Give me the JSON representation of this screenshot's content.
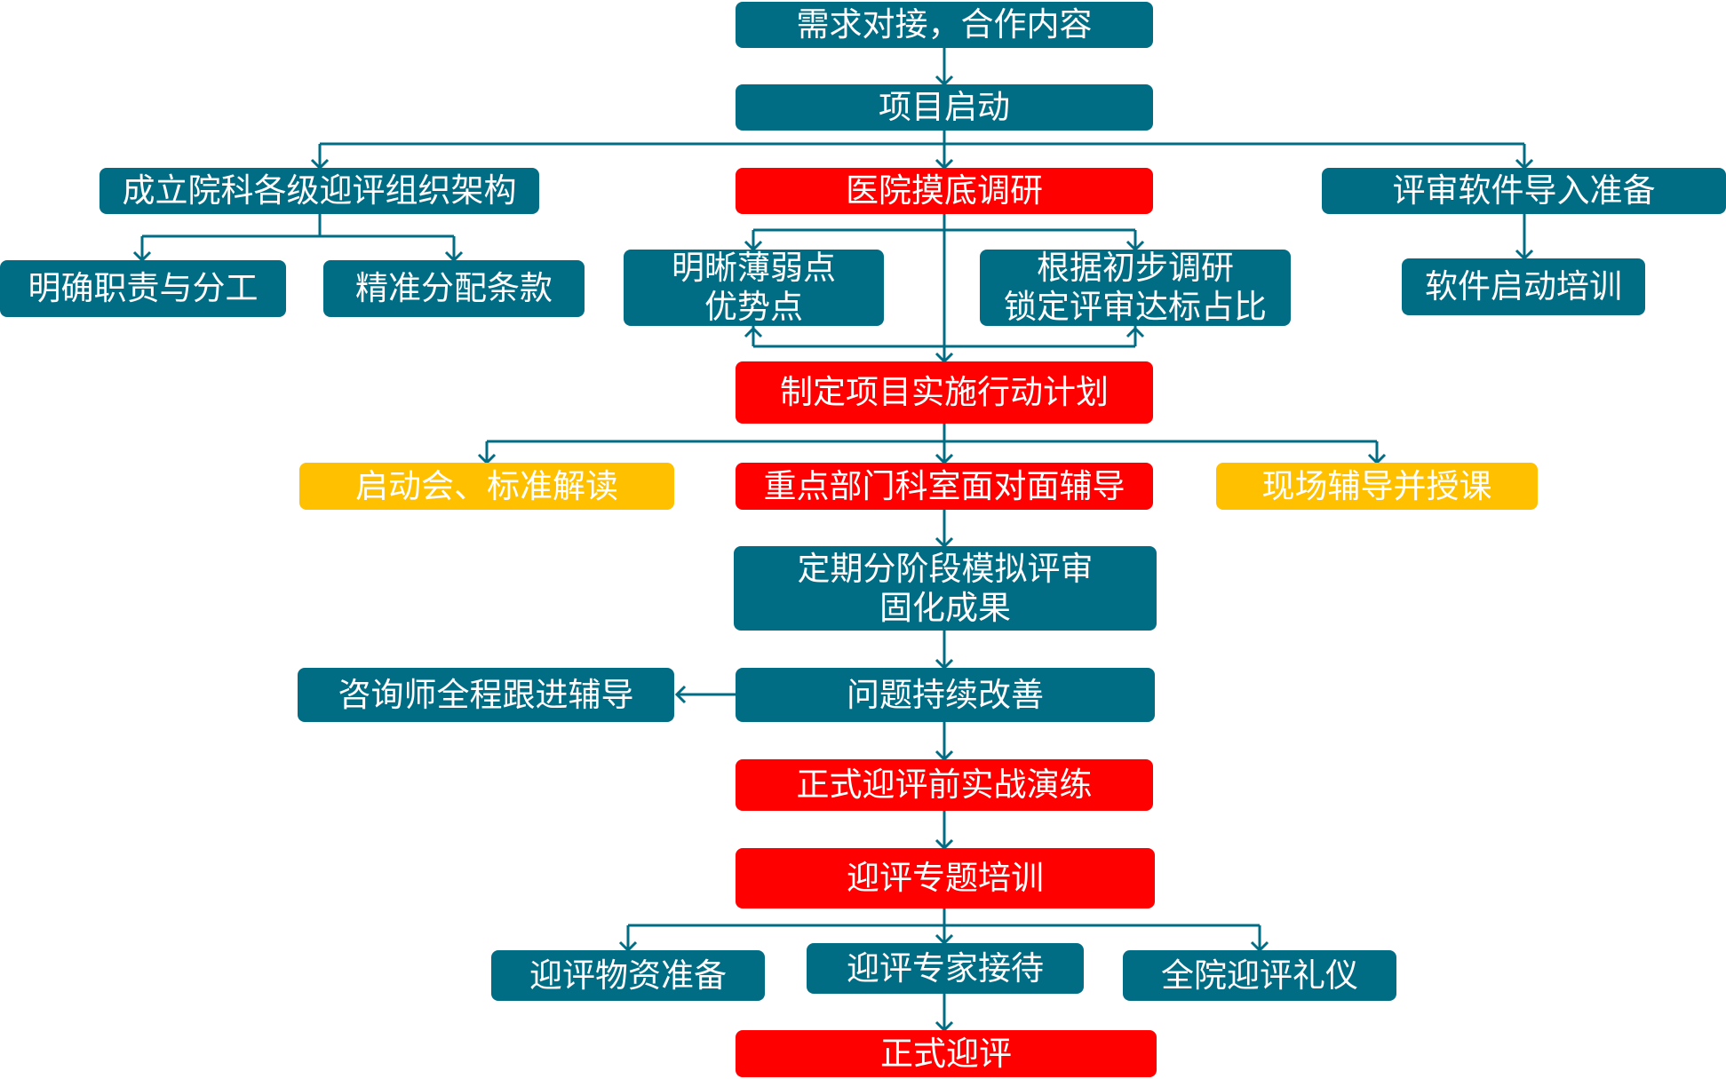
{
  "colors": {
    "teal": "#006d85",
    "red": "#ff0000",
    "yellow": "#ffc000",
    "connector": "#006d85"
  },
  "nodes": {
    "needs": "需求对接，合作内容",
    "kickoff": "项目启动",
    "org": "成立院科各级迎评组织架构",
    "survey": "医院摸底调研",
    "software_prep": "评审软件导入准备",
    "duties": "明确职责与分工",
    "allocation": "精准分配条款",
    "strengths": {
      "line1": "明晰薄弱点",
      "line2": "优势点"
    },
    "ratio": {
      "line1": "根据初步调研",
      "line2": "锁定评审达标占比"
    },
    "software_training": "软件启动培训",
    "action_plan": "制定项目实施行动计划",
    "standards": "启动会、标准解读",
    "key_depts": "重点部门科室面对面辅导",
    "onsite": "现场辅导并授课",
    "mock_review": {
      "line1": "定期分阶段模拟评审",
      "line2": "固化成果"
    },
    "consultant": "咨询师全程跟进辅导",
    "improvement": "问题持续改善",
    "drill": "正式迎评前实战演练",
    "special_training": "迎评专题培训",
    "materials": "迎评物资准备",
    "experts": "迎评专家接待",
    "etiquette": "全院迎评礼仪",
    "final": "正式迎评"
  }
}
